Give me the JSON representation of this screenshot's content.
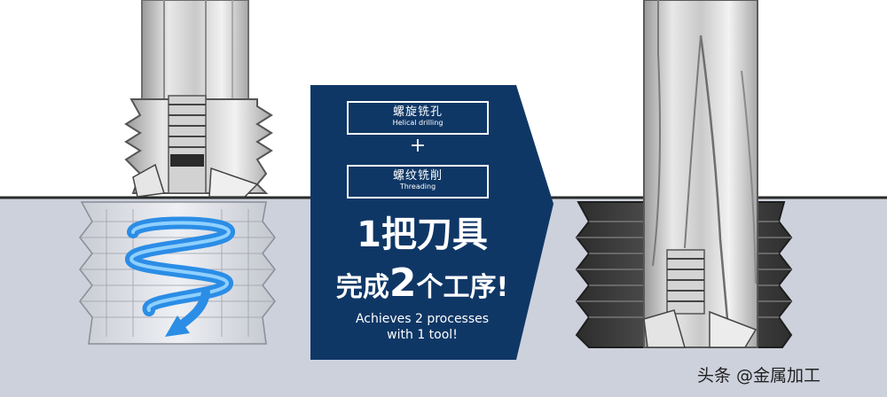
{
  "panel": {
    "box1_zh": "螺旋铣孔",
    "box1_en": "Helical drilling",
    "plus": "+",
    "box2_zh": "螺纹铣削",
    "box2_en": "Threading",
    "line1": "1把刀具",
    "line2_a": "完成",
    "line2_b": "2",
    "line2_c": "个工序!",
    "en_line1": "Achieves 2 processes",
    "en_line2": "with 1 tool!"
  },
  "watermark": "头条 @金属加工",
  "colors": {
    "panel_navy": "#0f3766",
    "workpiece": "#cdd1dc",
    "tool_steel": "#d7d7d7",
    "thread_dark": "#3f3f3f",
    "helix_blue": "#2b8de6"
  }
}
